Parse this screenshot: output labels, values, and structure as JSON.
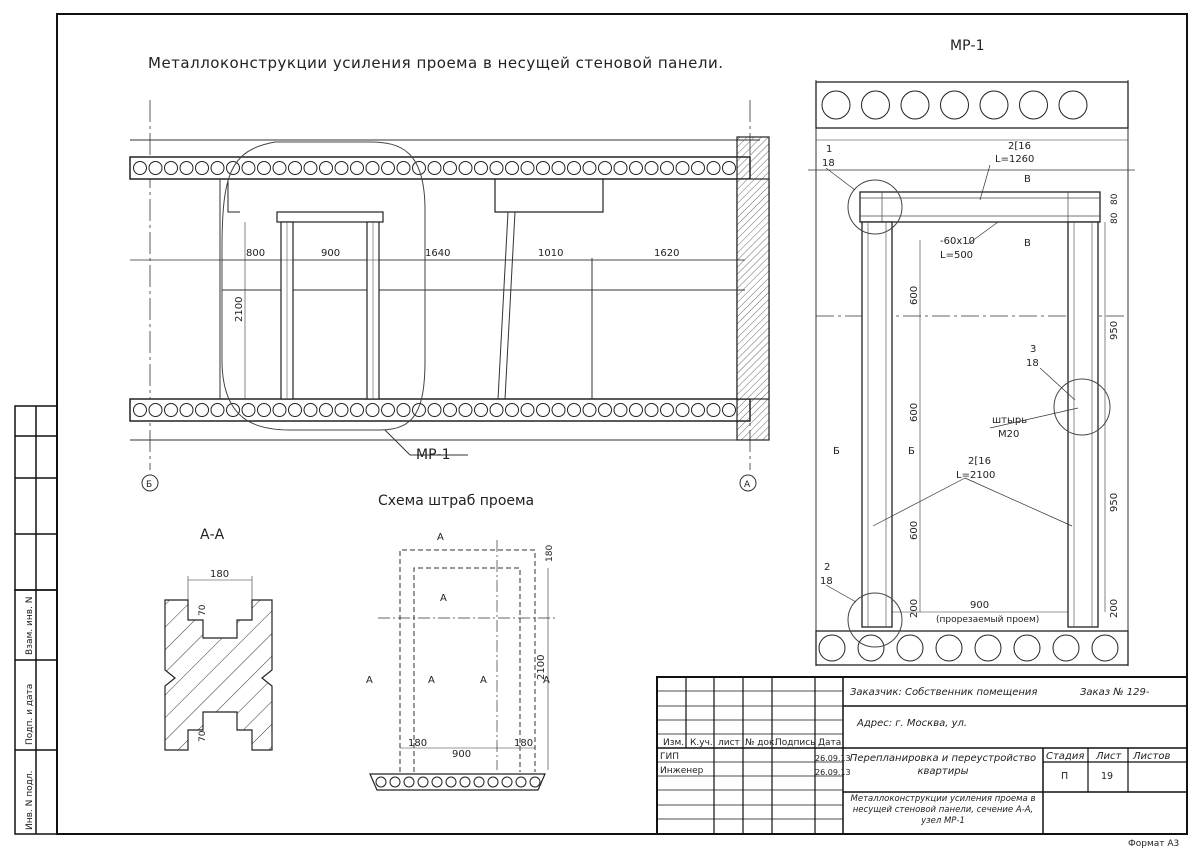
{
  "drawing": {
    "main_title": "Металлоконструкции усиления проема в несущей стеновой панели.",
    "mp_label": "МР-1",
    "mp_callout": "МР-1",
    "strab_title": "Схема штраб проема",
    "section_title": "А-А",
    "axis_b": "Б",
    "axis_a": "А",
    "elev_dims": {
      "d800": "800",
      "d900": "900",
      "d1640": "1640",
      "d1010": "1010",
      "d1620": "1620",
      "d2100": "2100"
    },
    "section_dims": {
      "top180": "180",
      "top70": "70",
      "bot70": "70"
    },
    "strab_dims": {
      "d180_top": "180",
      "d2100": "2100",
      "d180_l": "180",
      "d900": "900",
      "d180_r": "180",
      "a_label": "А"
    },
    "mp1_dims": {
      "n1": "1",
      "n1s": "18",
      "n2": "2",
      "n2s": "18",
      "n3": "3",
      "n3s": "18",
      "beam_top": "2[16",
      "beam_top_len": "L=1260",
      "plate": "-60x10",
      "plate_len": "L=500",
      "col": "2[16",
      "col_len": "L=2100",
      "pin": "штырь",
      "pin_size": "М20",
      "d80a": "80",
      "d80b": "80",
      "d950a": "950",
      "d950b": "950",
      "d600a": "600",
      "d600b": "600",
      "d600c": "600",
      "d200l": "200",
      "d200r": "200",
      "d900": "900",
      "cut_note": "(прорезаемый проем)",
      "sec_b": "Б",
      "sec_v": "В"
    }
  },
  "side_stamps": [
    "Инв. N подл.",
    "Подп. и дата",
    "Взам. инв. N"
  ],
  "title_block": {
    "headers": [
      "Изм.",
      "К.уч.",
      "лист",
      "№ док.",
      "Подпись",
      "Дата"
    ],
    "rows": [
      {
        "role": "ГИП",
        "date": "26.09.13"
      },
      {
        "role": "Инженер",
        "date": "26.09.13"
      }
    ],
    "customer": "Заказчик: Собственник помещения",
    "order": "Заказ № 129-",
    "address": "Адрес: г. Москва, ул.",
    "project": "Перепланировка и переустройство квартиры",
    "drawing_name": "Металлоконструкции усиления проема в несущей стеновой панели, сечение А-А, узел МР-1",
    "stage_label": "Стадия",
    "sheet_label": "Лист",
    "sheets_label": "Листов",
    "stage": "П",
    "sheet": "19",
    "sheets": "",
    "format": "Формат А3"
  }
}
